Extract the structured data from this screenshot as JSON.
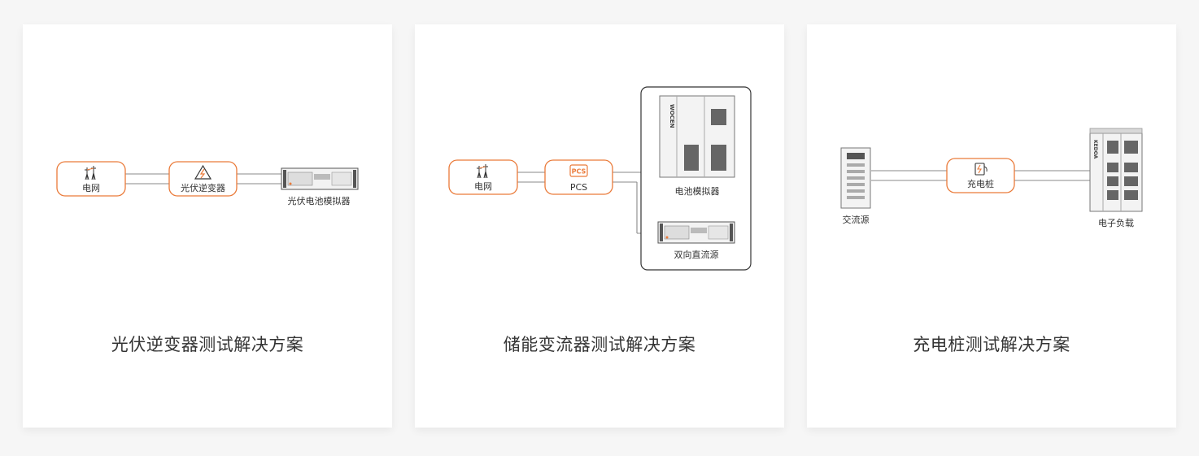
{
  "colors": {
    "accent": "#ea7a39",
    "background": "#f6f6f6",
    "card": "#ffffff"
  },
  "cards": [
    {
      "title": "光伏逆变器测试解决方案",
      "nodes": {
        "grid": "电网",
        "inverter": "光伏逆变器",
        "simulator": "光伏电池模拟器"
      },
      "icons": [
        "power-tower-icon",
        "warning-triangle-icon",
        "rack-device-icon"
      ]
    },
    {
      "title": "储能变流器测试解决方案",
      "nodes": {
        "grid": "电网",
        "pcs": "PCS",
        "pcs_badge": "PCS",
        "battery_sim": "电池模拟器",
        "bidirectional": "双向直流源",
        "brand": "WOCEN"
      },
      "icons": [
        "power-tower-icon",
        "pcs-badge-icon",
        "cabinet-icon",
        "rack-device-icon"
      ]
    },
    {
      "title": "充电桩测试解决方案",
      "nodes": {
        "ac_source": "交流源",
        "charger": "充电桩",
        "load": "电子负载",
        "brand": "KEDOA"
      },
      "icons": [
        "tower-unit-icon",
        "charger-icon",
        "cabinet-icon"
      ]
    }
  ]
}
